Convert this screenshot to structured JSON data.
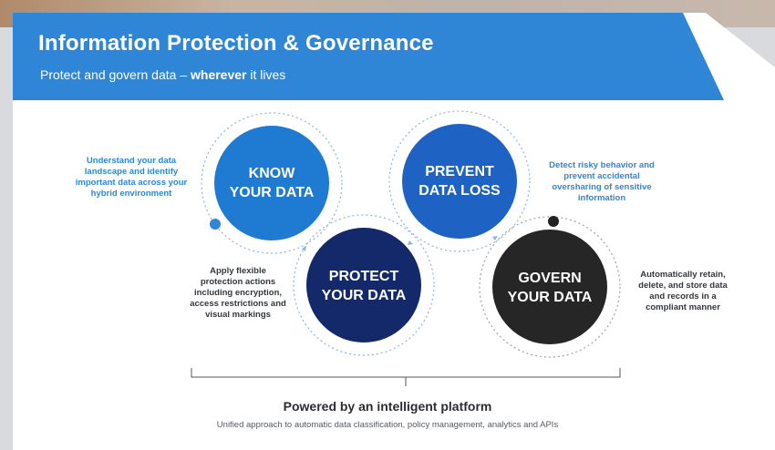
{
  "slide": {
    "title": "Information Protection & Governance",
    "subtitle_prefix": "Protect and govern data – ",
    "subtitle_emphasis": "wherever",
    "subtitle_suffix": " it lives"
  },
  "pillars": [
    {
      "label": "KNOW\nYOUR DATA",
      "color": "#1f7ad1",
      "description": "Understand your data\nlandscape and identify\nimportant data across your\nhybrid environment"
    },
    {
      "label": "PREVENT\nDATA LOSS",
      "color": "#1e63c4",
      "description": "Detect risky behavior and\nprevent accidental\noversharing of sensitive\ninformation"
    },
    {
      "label": "PROTECT\nYOUR DATA",
      "color": "#13296a",
      "description": "Apply flexible\nprotection actions\nincluding encryption,\naccess restrictions and\nvisual markings"
    },
    {
      "label": "GOVERN\nYOUR DATA",
      "color": "#262626",
      "description": "Automatically retain,\ndelete, and store data\nand records in a\ncompliant manner"
    }
  ],
  "footer": {
    "title": "Powered by an intelligent platform",
    "subtitle": "Unified approach to automatic data classification, policy management, analytics and APIs"
  },
  "colors": {
    "banner": "#2f86d6",
    "accent_blue": "#2f86d6",
    "dark_dot": "#222222"
  }
}
